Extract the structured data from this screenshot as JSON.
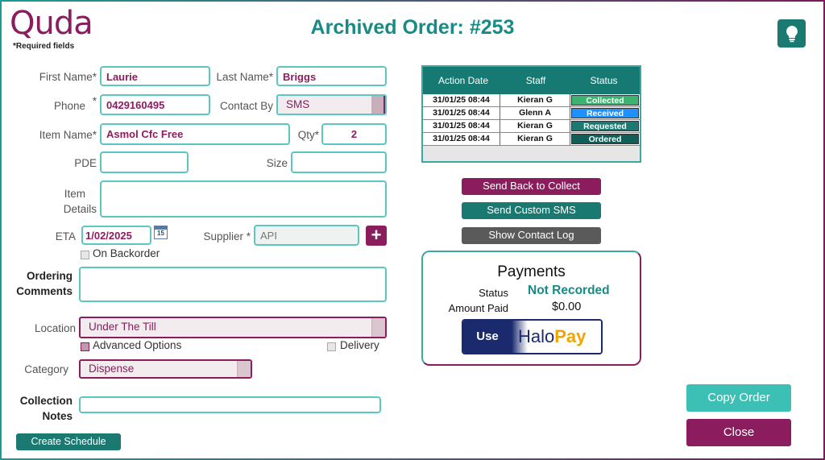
{
  "app": {
    "logo": "Quda",
    "required_note": "*Required fields",
    "title": "Archived Order: #253"
  },
  "form": {
    "first_name_label": "First Name*",
    "first_name": "Laurie",
    "last_name_label": "Last Name*",
    "last_name": "Briggs",
    "phone_label": "Phone",
    "phone_star": "*",
    "phone": "0429160495",
    "contact_by_label": "Contact By",
    "contact_by": "SMS",
    "item_name_label": "Item Name*",
    "item_name": "Asmol Cfc Free",
    "qty_label": "Qty*",
    "qty": "2",
    "pde_label": "PDE",
    "pde": "",
    "size_label": "Size",
    "size": "",
    "item_details_label_1": "Item",
    "item_details_label_2": "Details",
    "item_details": "",
    "eta_label": "ETA",
    "eta": "1/02/2025",
    "calendar_day": "15",
    "supplier_label": "Supplier *",
    "supplier": "API",
    "add_supplier": "+",
    "on_backorder_label": "On Backorder",
    "ordering_comments_label_1": "Ordering",
    "ordering_comments_label_2": "Comments",
    "ordering_comments": "",
    "location_label": "Location",
    "location": "Under The Till",
    "advanced_options_label": "Advanced Options",
    "delivery_label": "Delivery",
    "category_label": "Category",
    "category": "Dispense",
    "collection_notes_label_1": "Collection",
    "collection_notes_label_2": "Notes",
    "collection_notes": "",
    "create_schedule": "Create Schedule"
  },
  "history": {
    "headers": [
      "Action Date",
      "Staff",
      "Status"
    ],
    "rows": [
      {
        "date": "31/01/25 08:44",
        "staff": "Kieran G",
        "status": "Collected",
        "color": "#3cb371"
      },
      {
        "date": "31/01/25 08:44",
        "staff": "Glenn A",
        "status": "Received",
        "color": "#1e90ff"
      },
      {
        "date": "31/01/25 08:44",
        "staff": "Kieran G",
        "status": "Requested",
        "color": "#1a7a72"
      },
      {
        "date": "31/01/25 08:44",
        "staff": "Kieran G",
        "status": "Ordered",
        "color": "#0f5f58"
      }
    ]
  },
  "actions": {
    "send_back": "Send Back to Collect",
    "send_sms": "Send Custom SMS",
    "contact_log": "Show Contact Log"
  },
  "payments": {
    "title": "Payments",
    "status_label": "Status",
    "status": "Not Recorded",
    "amount_label": "Amount Paid",
    "amount": "$0.00",
    "use_label": "Use",
    "brand_halo": "Halo",
    "brand_pay": "Pay"
  },
  "footer": {
    "copy_order": "Copy Order",
    "close": "Close"
  },
  "colors": {
    "teal": "#1a7a72",
    "plum": "#8b1d5f",
    "aqua": "#5cc7c0"
  }
}
